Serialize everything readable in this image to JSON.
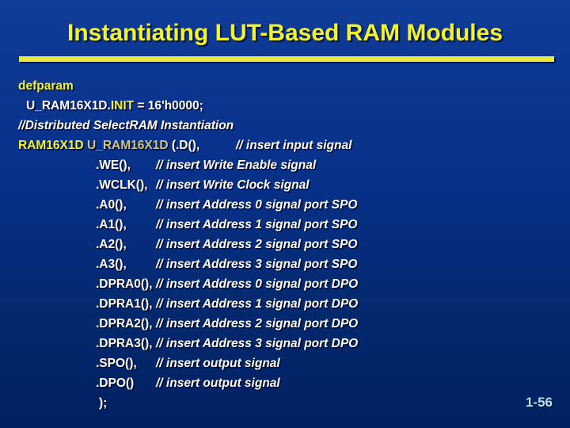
{
  "slide": {
    "title": "Instantiating LUT-Based RAM Modules",
    "page_number": "1-56",
    "colors": {
      "background_top": "#0f3d99",
      "background_bottom": "#012061",
      "title_text": "#f2f22e",
      "rule": "#e9e93d",
      "code_text": "#ffffff",
      "keyword": "#f2f22e",
      "instance_name": "#cfc382",
      "page_number": "#a8e8f0"
    }
  },
  "code": {
    "line_1": {
      "keyword": "defparam"
    },
    "line_2": {
      "target": "U_RAM16X1D.",
      "param": "INIT",
      "assign": " = 16'h0000;"
    },
    "line_3": {
      "comment": "//Distributed SelectRAM Instantiation"
    },
    "line_4": {
      "primitive": "RAM16X1D",
      "instance": "U_RAM16X1D",
      "open": " (",
      "port": ".D(),",
      "comment": "// insert input signal"
    },
    "ports": [
      {
        "port": ".WE(),",
        "comment": "// insert Write Enable signal"
      },
      {
        "port": ".WCLK(),",
        "comment": "// insert Write Clock signal"
      },
      {
        "port": ".A0(),",
        "comment": "// insert Address 0 signal port SPO"
      },
      {
        "port": ".A1(),",
        "comment": "// insert Address 1 signal port SPO"
      },
      {
        "port": ".A2(),",
        "comment": "// insert Address 2 signal port SPO"
      },
      {
        "port": ".A3(),",
        "comment": "// insert Address 3 signal port SPO"
      },
      {
        "port": ".DPRA0(),",
        "comment": "// insert Address 0 signal port DPO"
      },
      {
        "port": ".DPRA1(),",
        "comment": "// insert Address 1 signal port DPO"
      },
      {
        "port": ".DPRA2(),",
        "comment": "// insert Address 2 signal port DPO"
      },
      {
        "port": ".DPRA3(),",
        "comment": "// insert Address 3 signal port DPO"
      },
      {
        "port": ".SPO(),",
        "comment": "// insert output signal"
      },
      {
        "port": ".DPO()",
        "comment": "// insert output signal"
      }
    ],
    "closing": ");"
  }
}
